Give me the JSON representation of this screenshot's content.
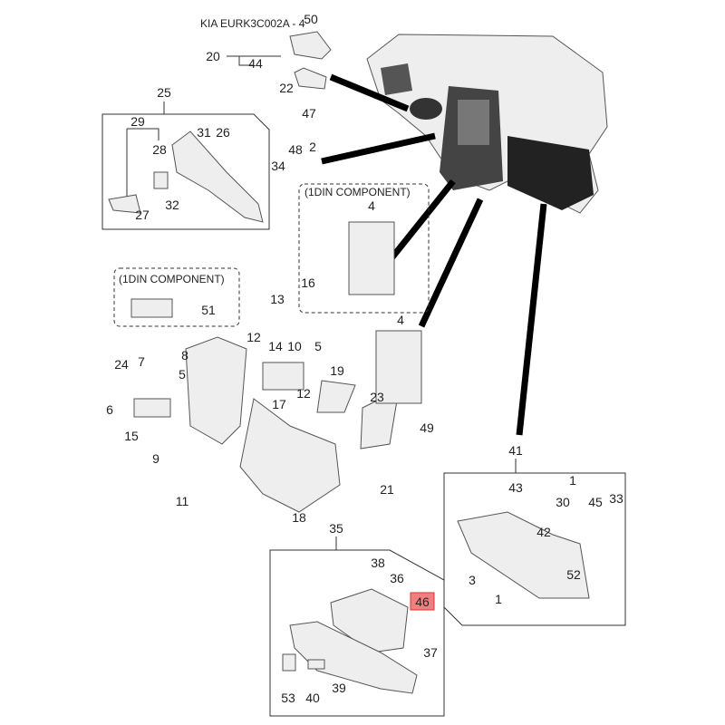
{
  "title": "KIA EURK3C002A - 4",
  "highlight_color": "#f08080",
  "highlighted_part": "46",
  "group_labels": {
    "din_top": "(1DIN COMPONENT)",
    "din_left": "(1DIN COMPONENT)"
  },
  "callouts": [
    "50",
    "20",
    "44",
    "22",
    "47",
    "25",
    "29",
    "31",
    "26",
    "28",
    "34",
    "48",
    "2",
    "27",
    "32",
    "4",
    "51",
    "13",
    "16",
    "12",
    "14",
    "10",
    "5",
    "8",
    "24",
    "7",
    "5",
    "4",
    "19",
    "23",
    "17",
    "12",
    "6",
    "49",
    "15",
    "9",
    "41",
    "21",
    "11",
    "18",
    "43",
    "1",
    "30",
    "42",
    "45",
    "33",
    "35",
    "3",
    "52",
    "1",
    "38",
    "36",
    "46",
    "37",
    "53",
    "40",
    "39"
  ]
}
